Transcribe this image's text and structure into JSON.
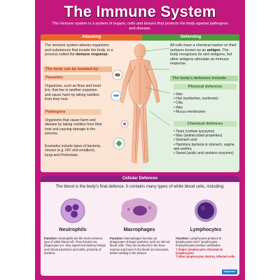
{
  "title": "The Immune System",
  "intro": "The immune system is a system of organs, cells and tissues that protects the body against pathogens and disease.",
  "attacking": {
    "header": "Attacking",
    "text_pre": "The immune system attacks organisms and substances that invade the body, in a process called the ",
    "text_bold": "immune response.",
    "invaded_bar": "The body can be invaded by:",
    "parasites": {
      "label": "Parasites",
      "text": "Organisms, such as fleas and head lice, that live in another organism and cause harm by taking nutrition from their host."
    },
    "pathogens": {
      "label": "Pathogens",
      "text": "Organisms that cause harm and disease by taking nutrition from their host and causing damage in the process.",
      "examples": "Examples include types of bacteria, viruses (e.g. HIV and smallpox), fungi and Protoctista."
    }
  },
  "defending": {
    "header": "Defending",
    "text_pre": "All cells have a chemical marker on their surfaces known as an ",
    "text_bold": "antigen.",
    "text_post": " The body recognises its own antigens, but other antigens stimulate an immune response.",
    "defences_bar": "The body's defences include:",
    "physical": {
      "label": "Physical defences",
      "items": [
        "Skin",
        "Hair (eyelashes, eyebrows)",
        "Cilia",
        "Wax",
        "Mucus membranes"
      ]
    },
    "chemical": {
      "label": "Chemical defences",
      "items": [
        "Tears (contain lysozyme)",
        "Wax (antimicrobial properties)",
        "Stomach acid",
        "Harmless bacteria in stomach, vagina and urethra",
        "Sweat (acidic and contains enzymes)"
      ]
    }
  },
  "cellular": {
    "header": "Cellular Defences",
    "intro": "The blood is the body's final defence. It contains many types of white blood cells, including:",
    "cells": [
      {
        "name": "Neutrophils",
        "fn_label": "Function:",
        "fn_text": " Neutrophils are the most common type of white blood cell. They function as phagocytes (i.e. they ingest and destroy foreign and infected particles and cells), primarily of bacteria."
      },
      {
        "name": "Macrophages",
        "fn_label": "Function:",
        "fn_text": " Macrophages function as phagocytes of larger particles, such as old red blood cells. They are produced in the bone marrow and travel in the blood as monocytes, before settling in the tissues."
      },
      {
        "name": "Lymphocytes",
        "fn_label": "Function:",
        "fn_text": " Lymphocytes produce B lymphocytes and T lymphocytes.",
        "b_cells": "B lymphocytes produce antibodies.",
        "t_helper": "T helper lymphocytes stimulate B lymphocytes.",
        "t_killer": "T killer lymphocytes destroy infected cells."
      }
    ]
  },
  "logo": "Daydream",
  "colors": {
    "background": "#c2187e",
    "attacking": "#e8672c",
    "defending": "#4f9a3e",
    "cellular": "#8e1f7f"
  }
}
